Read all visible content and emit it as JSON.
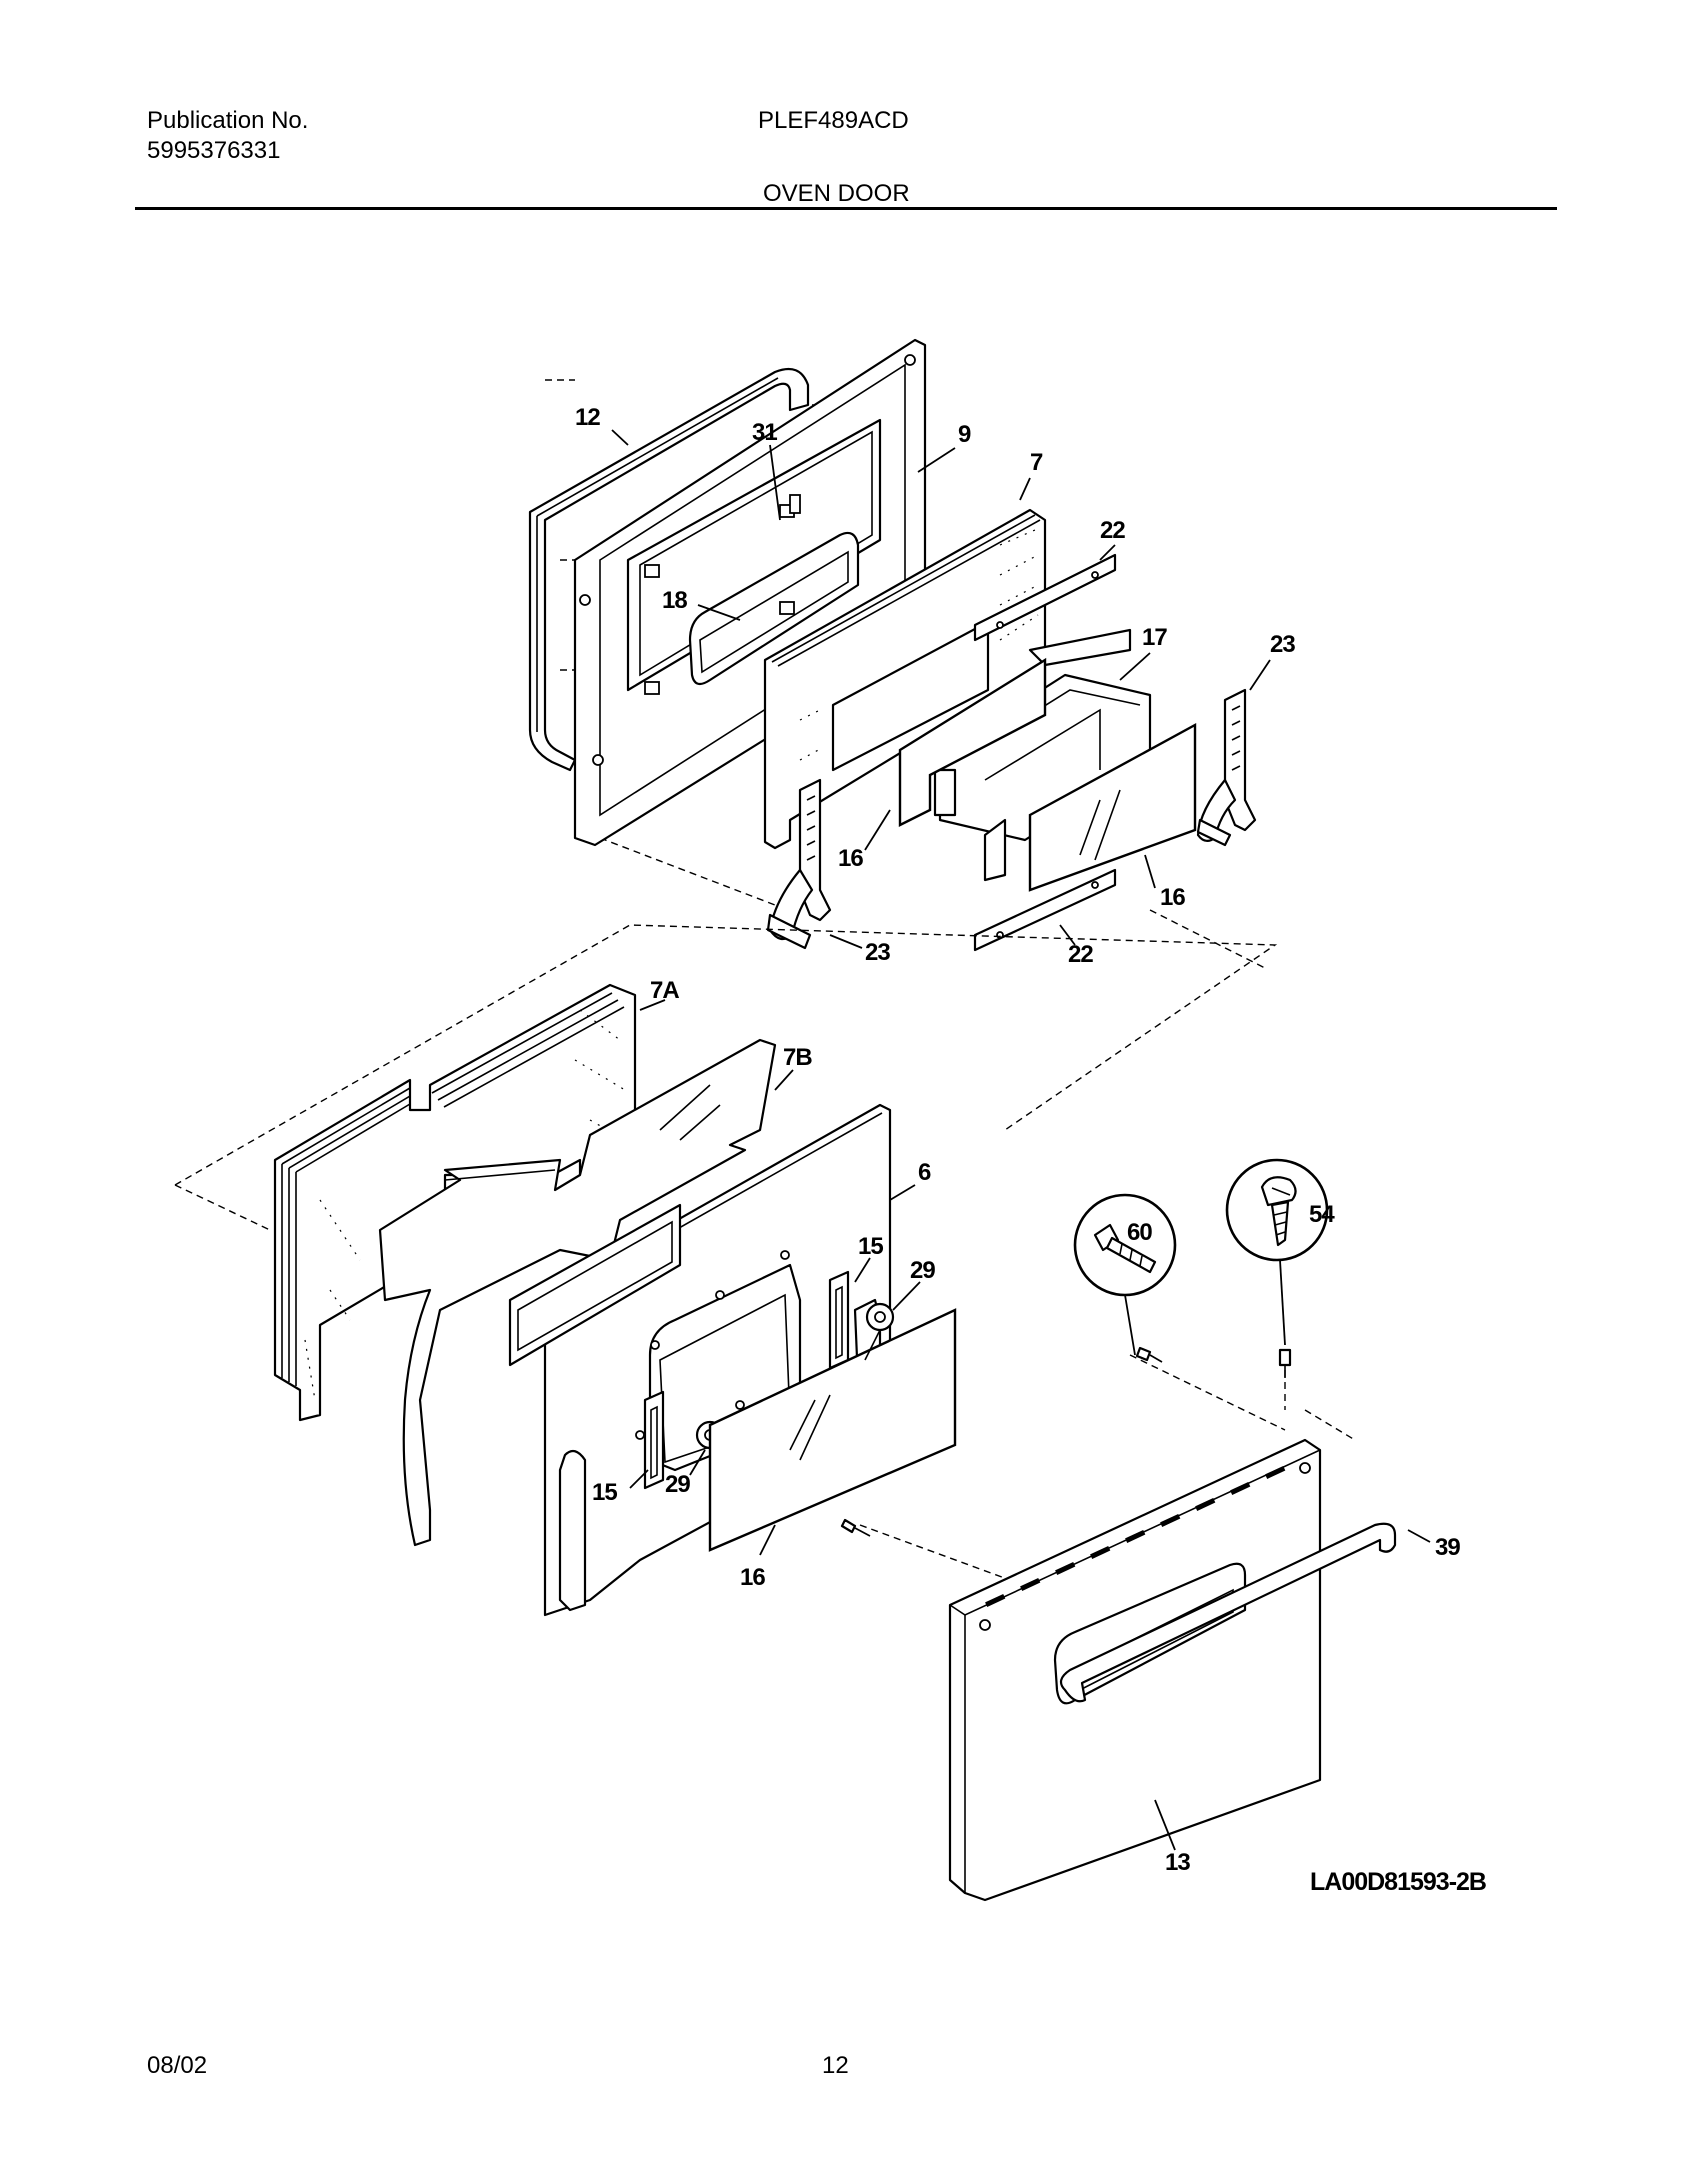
{
  "header": {
    "publication_label": "Publication No.",
    "publication_number": "5995376331",
    "model": "PLEF489ACD",
    "section_title": "OVEN DOOR"
  },
  "footer": {
    "date": "08/02",
    "page": "12"
  },
  "diagram": {
    "drawing_code": "LA00D81593-2B",
    "callouts": {
      "c12": "12",
      "c31": "31",
      "c9": "9",
      "c7": "7",
      "c22a": "22",
      "c17": "17",
      "c23a": "23",
      "c18": "18",
      "c16a": "16",
      "c16b": "16",
      "c23b": "23",
      "c22b": "22",
      "c7A": "7A",
      "c7B": "7B",
      "c6": "6",
      "c15a": "15",
      "c29a": "29",
      "c60": "60",
      "c54": "54",
      "c15b": "15",
      "c29b": "29",
      "c39": "39",
      "c16c": "16",
      "c13": "13"
    }
  }
}
